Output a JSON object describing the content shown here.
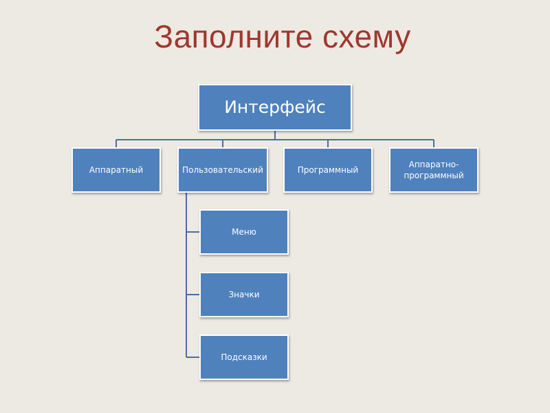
{
  "title": "Заполните схему",
  "diagram": {
    "root": "Интерфейс",
    "level1": [
      "Аппаратный",
      "Пользовательский",
      "Программный",
      "Аппаратно-\nпрограммный"
    ],
    "children_of_user": [
      "Меню",
      "Значки",
      "Подсказки"
    ]
  },
  "colors": {
    "title": "#A0372E",
    "node_fill": "#4F81BD",
    "node_border": "#FFFFFF",
    "connector": "#4A6E9C",
    "background": "#ECEAE2"
  }
}
